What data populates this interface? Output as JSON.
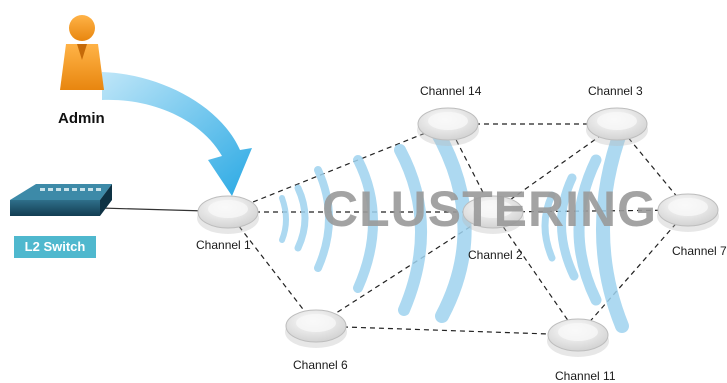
{
  "admin": {
    "label": "Admin"
  },
  "switch": {
    "label": "L2 Switch"
  },
  "overlay": {
    "text": "CLUSTERING"
  },
  "nodes": {
    "ch1": "Channel 1",
    "ch14": "Channel 14",
    "ch3": "Channel 3",
    "ch2": "Channel 2",
    "ch7": "Channel 7",
    "ch6": "Channel 6",
    "ch11": "Channel 11"
  },
  "colors": {
    "admin_orange": "#f39a1e",
    "arrow_blue": "#3fb3e8",
    "wave_blue": "#9fd3ef",
    "switch_badge": "#4fb8ce",
    "ap_body": "#e8e8e8"
  },
  "icons": [
    "person-icon",
    "network-switch-icon",
    "access-point-icon",
    "curved-arrow-icon",
    "signal-wave-icon"
  ]
}
